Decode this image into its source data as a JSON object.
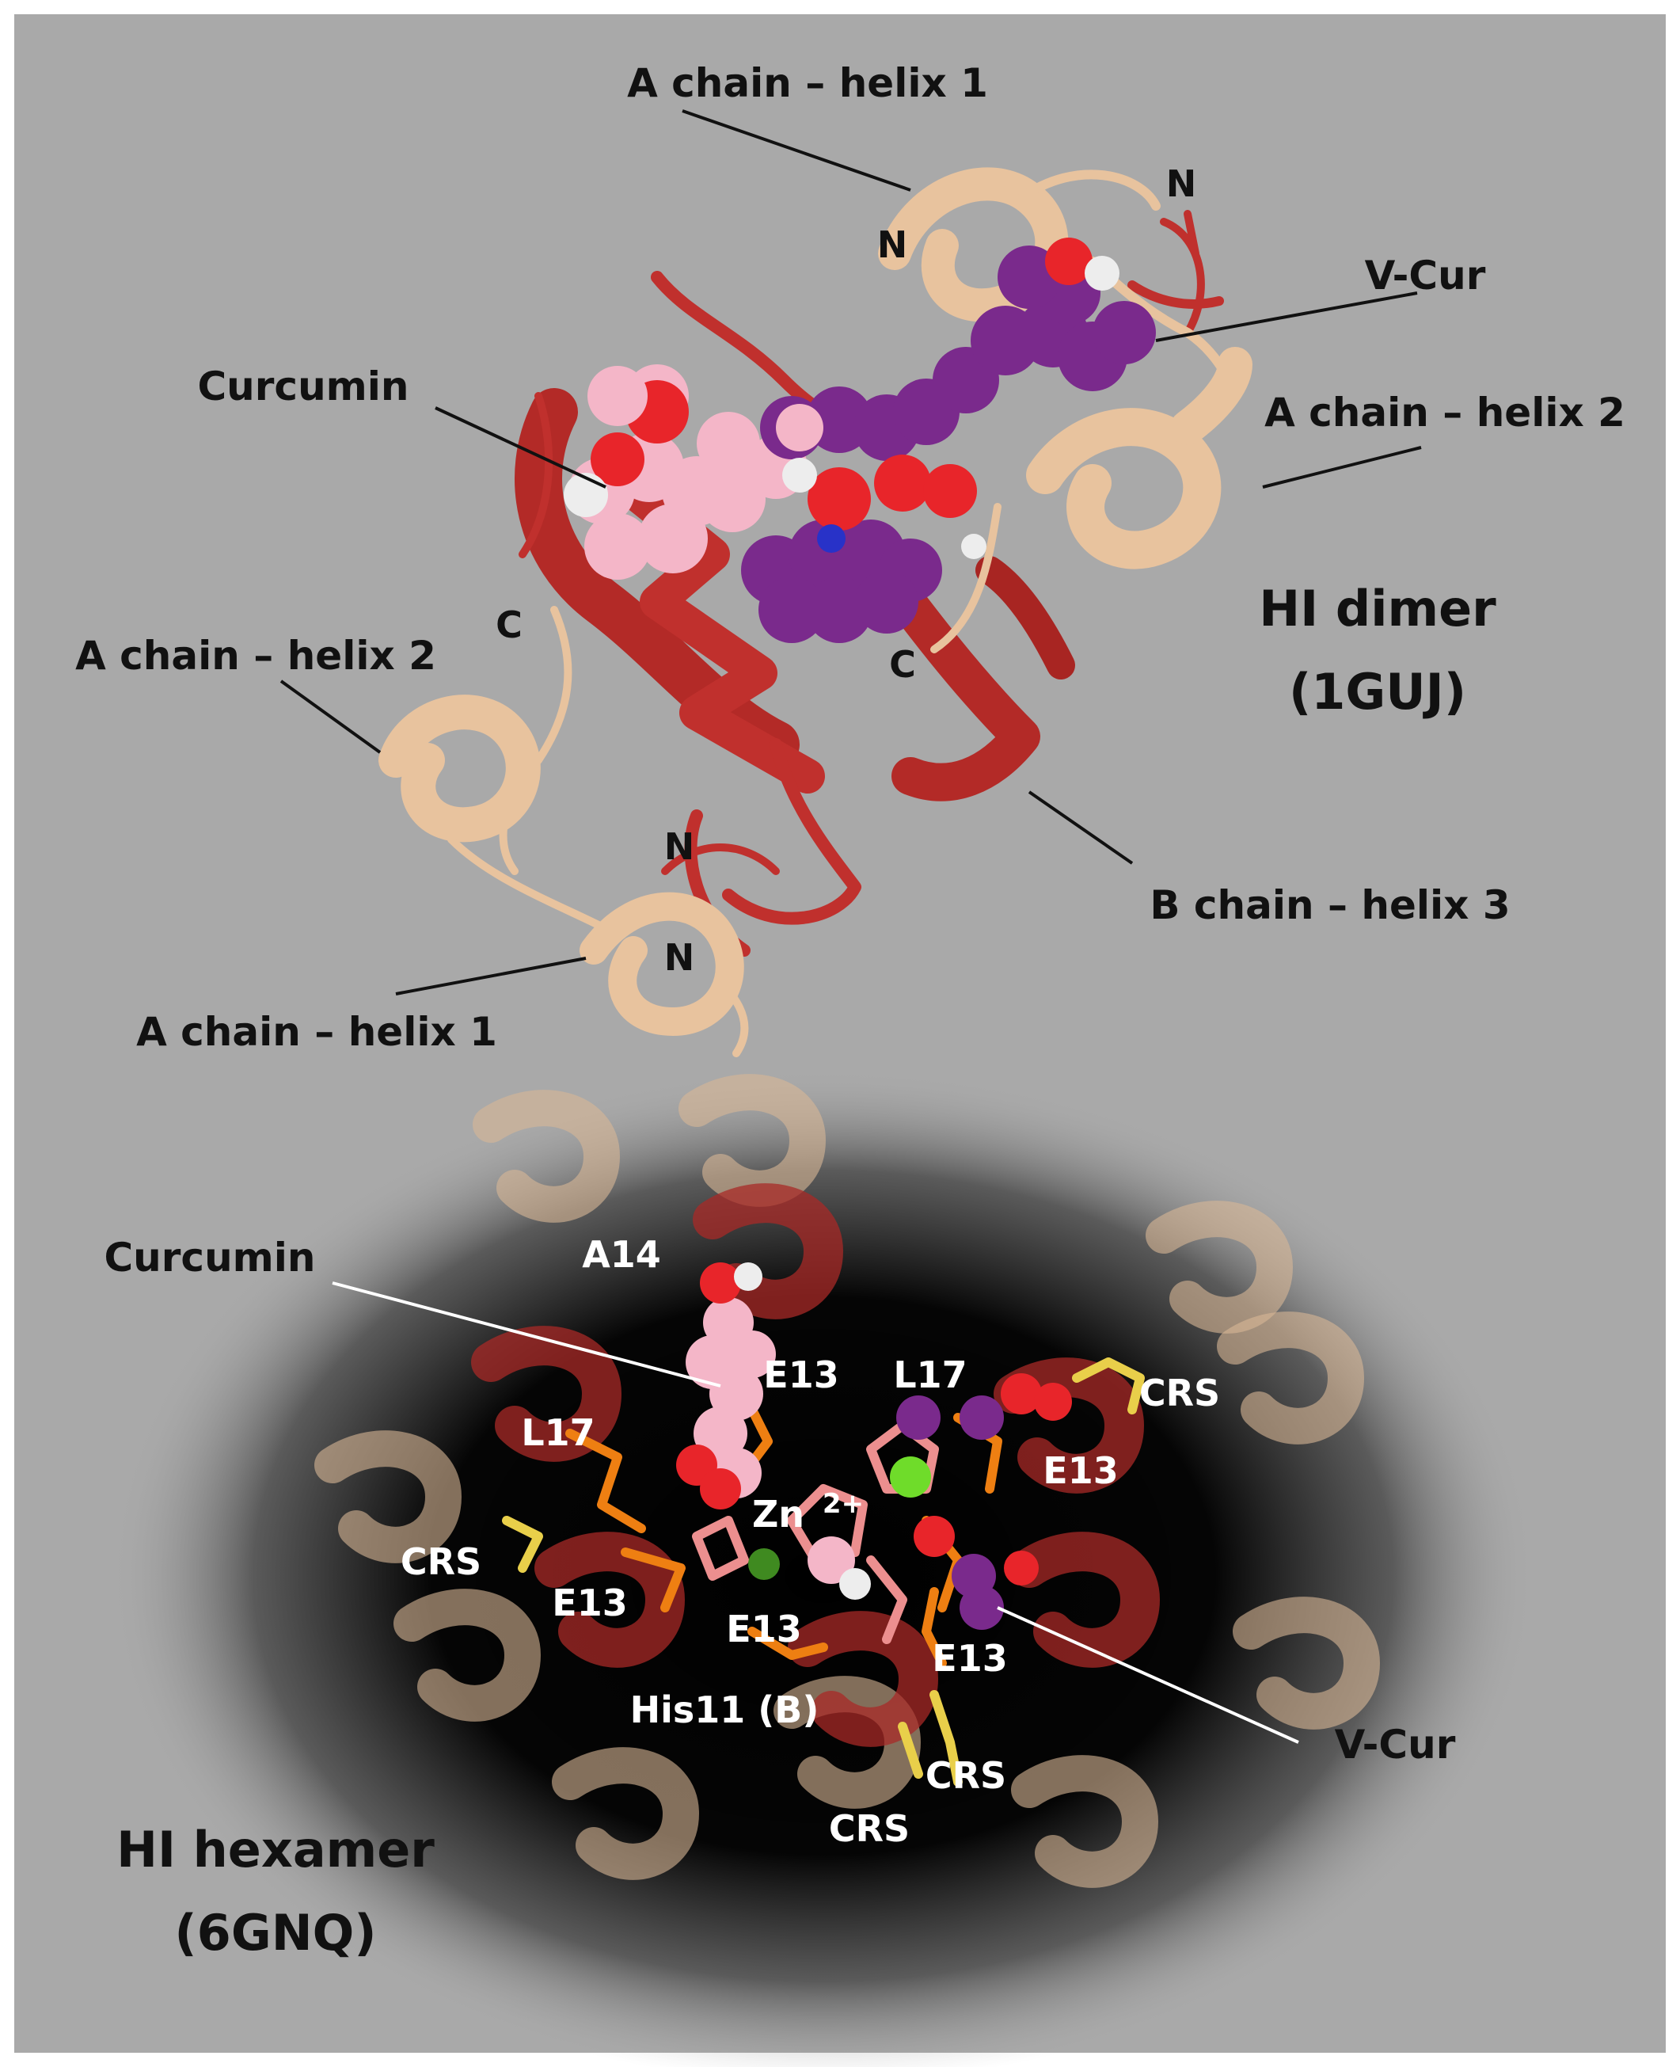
{
  "colors": {
    "background": "#a9a9a9",
    "a_chain": "#e8c39e",
    "b_chain": "#c0302d",
    "curcumin": "#f4b6c8",
    "v_cur": "#7a2a8c",
    "oxygen": "#e8252a",
    "hydrogen": "#ededed",
    "zinc": "#6fdc2a",
    "crs": "#e9cf4a",
    "glu_sticks": "#ee7f12",
    "his_sticks": "#ec8f8f"
  },
  "dimer": {
    "title_line1": "HI dimer",
    "title_line2": "(1GUJ)",
    "labels": {
      "a_helix1_top": "A chain – helix 1",
      "v_cur": "V-Cur",
      "a_helix2_right": "A chain – helix 2",
      "curcumin": "Curcumin",
      "a_helix2_left": "A chain – helix 2",
      "b_helix3": "B chain – helix 3",
      "a_helix1_bottom": "A chain – helix 1",
      "n_top_right": "N",
      "n_top_left": "N",
      "c_left": "C",
      "c_center": "C",
      "n_bottom_upper": "N",
      "n_bottom_lower": "N"
    }
  },
  "hexamer": {
    "title_line1": "HI hexamer",
    "title_line2": "(6GNQ)",
    "labels": {
      "curcumin": "Curcumin",
      "a14": "A14",
      "e13_a": "E13",
      "l17_a": "L17",
      "crs_a": "CRS",
      "l17_b": "L17",
      "e13_b": "E13",
      "zn": "Zn",
      "zn_charge": "2+",
      "crs_b": "CRS",
      "e13_c": "E13",
      "e13_d": "E13",
      "e13_e": "E13",
      "his11": "His11 (B)",
      "v_cur": "V-Cur",
      "crs_c": "CRS",
      "crs_d": "CRS"
    }
  }
}
